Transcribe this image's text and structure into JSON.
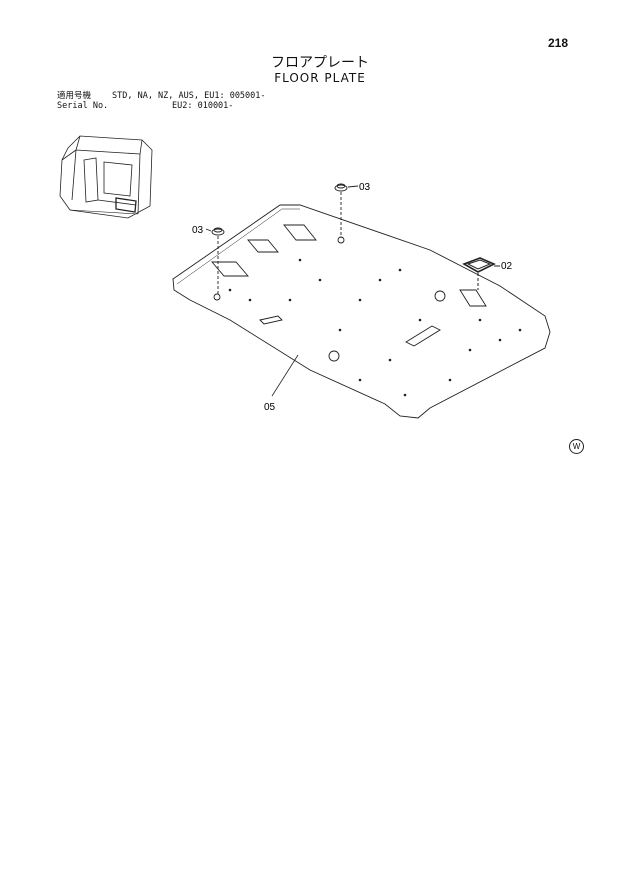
{
  "page": {
    "number": "218"
  },
  "title": {
    "japanese": "フロアプレート",
    "english": "FLOOR PLATE"
  },
  "applicability": {
    "label_jp": "適用号機",
    "label_en": "Serial No.",
    "line1": "STD, NA, NZ, AUS, EU1: 005001-",
    "line2": "EU2: 010001-"
  },
  "callouts": {
    "grommet_top": "03",
    "grommet_left": "03",
    "cover": "02",
    "plate": "05"
  },
  "corner_mark": "W"
}
